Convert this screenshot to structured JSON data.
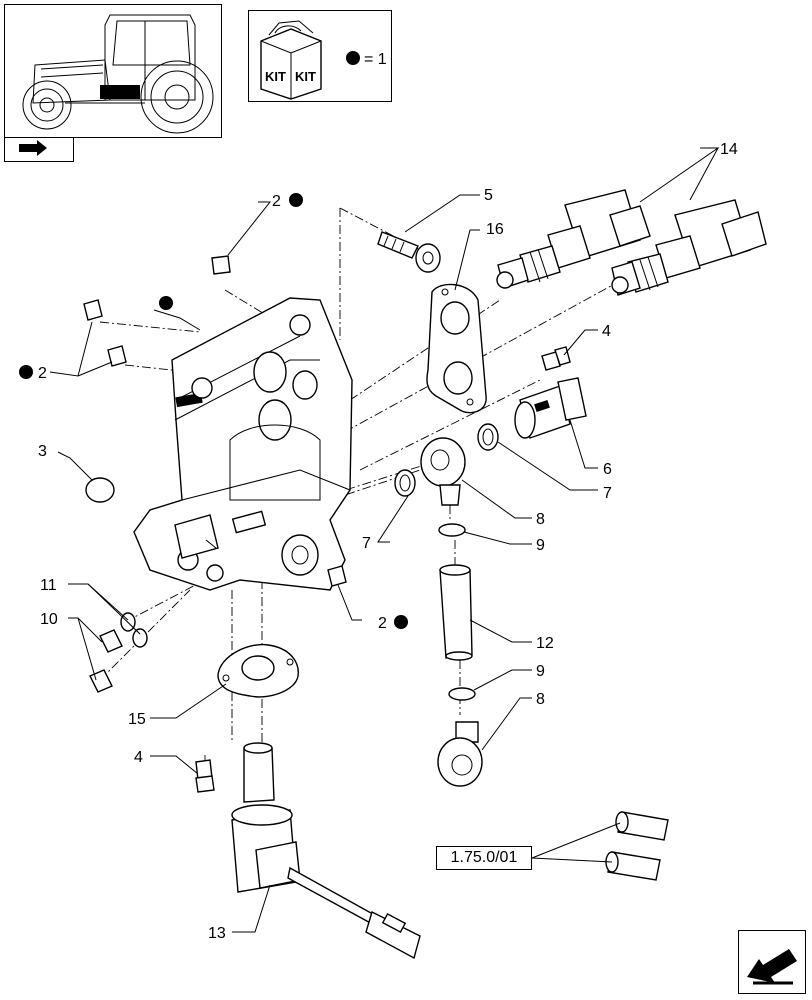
{
  "kit_legend": {
    "kit_text_1": "KIT",
    "kit_text_2": "KIT",
    "equals_text": "= 1"
  },
  "reference_box": {
    "text": "1.75.0/01"
  },
  "callouts": [
    {
      "id": "c14",
      "label": "14",
      "dot": false
    },
    {
      "id": "c5",
      "label": "5",
      "dot": false
    },
    {
      "id": "c16",
      "label": "16",
      "dot": false
    },
    {
      "id": "c2a",
      "label": "2",
      "dot": true
    },
    {
      "id": "c2b",
      "label": "2",
      "dot": true
    },
    {
      "id": "c2c",
      "label": "2",
      "dot": true
    },
    {
      "id": "c4a",
      "label": "4",
      "dot": false
    },
    {
      "id": "c3",
      "label": "3",
      "dot": false
    },
    {
      "id": "c6",
      "label": "6",
      "dot": false
    },
    {
      "id": "c7a",
      "label": "7",
      "dot": false
    },
    {
      "id": "c7b",
      "label": "7",
      "dot": false
    },
    {
      "id": "c8a",
      "label": "8",
      "dot": false
    },
    {
      "id": "c9a",
      "label": "9",
      "dot": false
    },
    {
      "id": "c11",
      "label": "11",
      "dot": false
    },
    {
      "id": "c10",
      "label": "10",
      "dot": false
    },
    {
      "id": "c12",
      "label": "12",
      "dot": false
    },
    {
      "id": "c9b",
      "label": "9",
      "dot": false
    },
    {
      "id": "c8b",
      "label": "8",
      "dot": false
    },
    {
      "id": "c15",
      "label": "15",
      "dot": false
    },
    {
      "id": "c4b",
      "label": "4",
      "dot": false
    },
    {
      "id": "c13",
      "label": "13",
      "dot": false
    }
  ]
}
